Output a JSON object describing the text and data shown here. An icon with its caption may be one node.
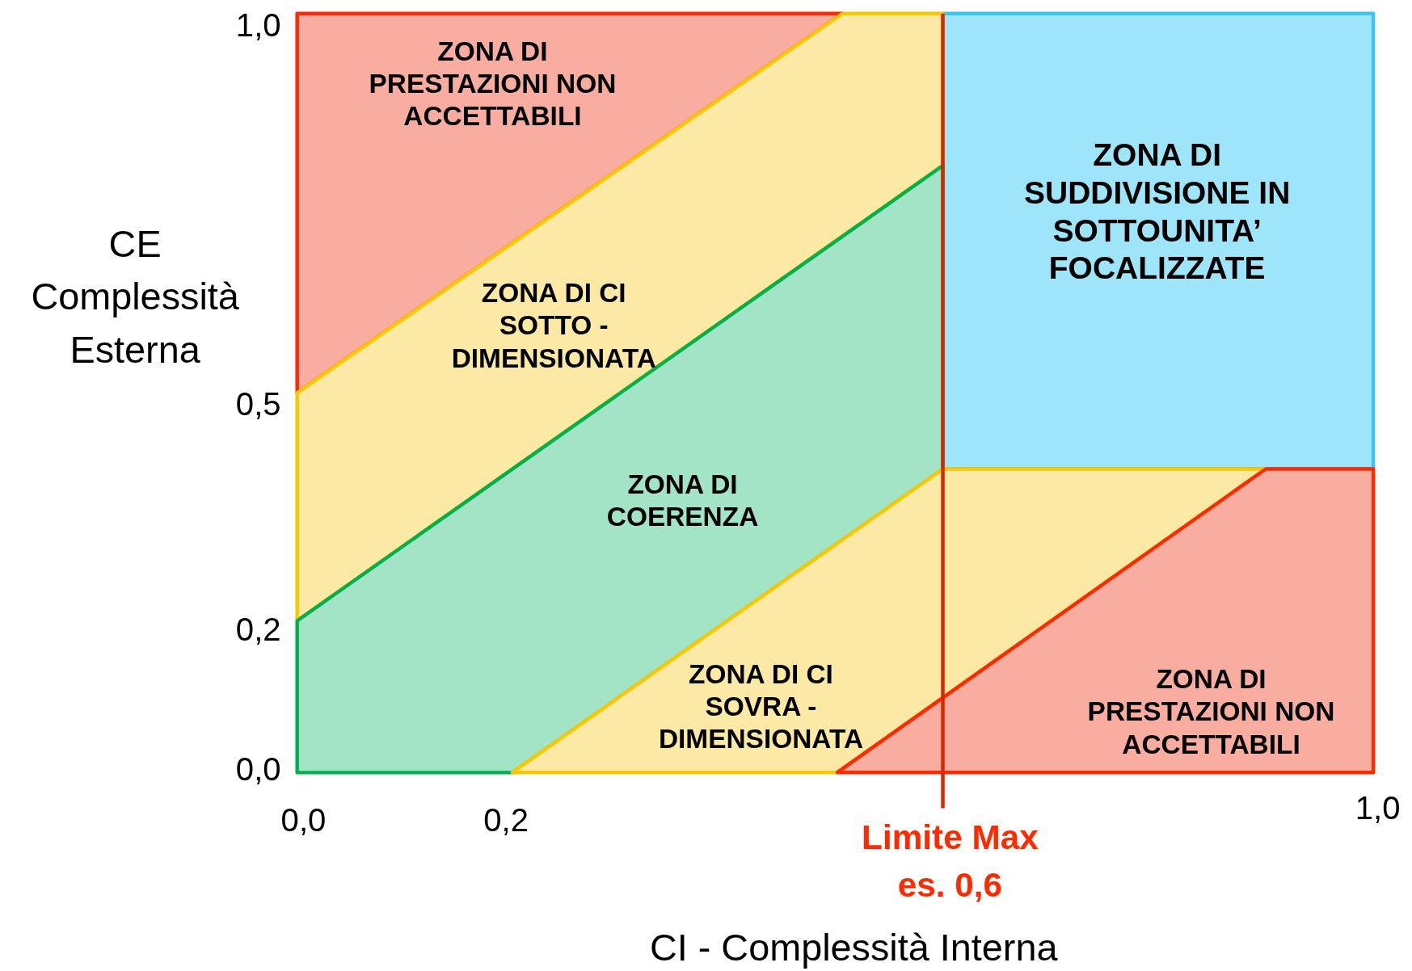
{
  "diagram": {
    "nodes": [
      {
        "text": [
          "ZONA DI PRESTAZIONI NON ACCETTABILI"
        ]
      },
      {
        "text": [
          "ZONA DI SUDDIVISIONE IN SOTTOUNITA’ FOCALIZZATE"
        ]
      },
      {
        "text": [
          "ZONA DI CI SOTTO - DIMENSIONATA"
        ]
      },
      {
        "text": [
          "ZONA DI COERENZA"
        ]
      },
      {
        "text": [
          "ZONA DI CI SOVRA - DIMENSIONATA"
        ]
      },
      {
        "text": [
          "ZONA DI PRESTAZIONI NON ACCETTABILI"
        ]
      }
    ],
    "labels": [
      "1,0",
      "CE Complessità Esterna",
      "0,5",
      "0,2",
      "0,0",
      "1,0",
      "0,0",
      "0,2",
      "Limite Max es. 0,6",
      "CI - Complessità Interna"
    ]
  }
}
